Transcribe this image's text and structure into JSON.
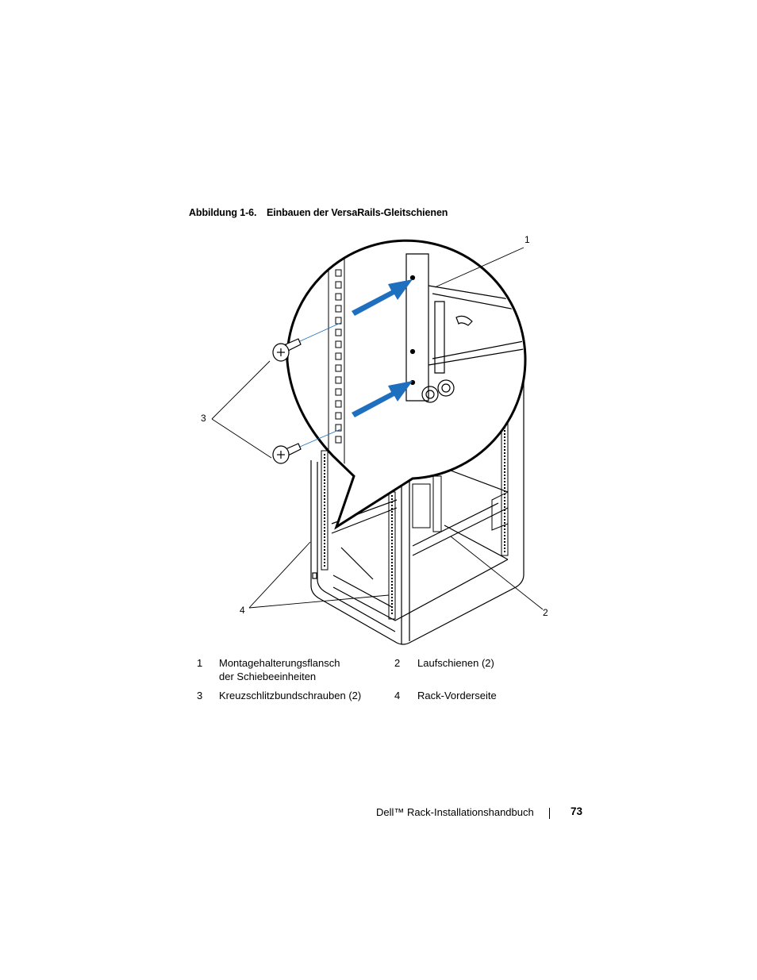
{
  "caption": {
    "number": "Abbildung 1-6.",
    "title": "Einbauen der VersaRails-Gleitschienen"
  },
  "callouts": [
    "1",
    "2",
    "3",
    "4"
  ],
  "legend": [
    {
      "num": "1",
      "text_line1": "Montagehalterungsflansch",
      "text_line2": "der Schiebeeinheiten"
    },
    {
      "num": "2",
      "text_line1": "Laufschienen (2)",
      "text_line2": ""
    },
    {
      "num": "3",
      "text_line1": "Kreuzschlitzbundschrauben (2)",
      "text_line2": ""
    },
    {
      "num": "4",
      "text_line1": "Rack-Vorderseite",
      "text_line2": ""
    }
  ],
  "footer": {
    "title": "Dell™ Rack-Installationshandbuch",
    "page_number": "73"
  },
  "colors": {
    "arrow": "#1f6fbf",
    "line": "#000000"
  }
}
